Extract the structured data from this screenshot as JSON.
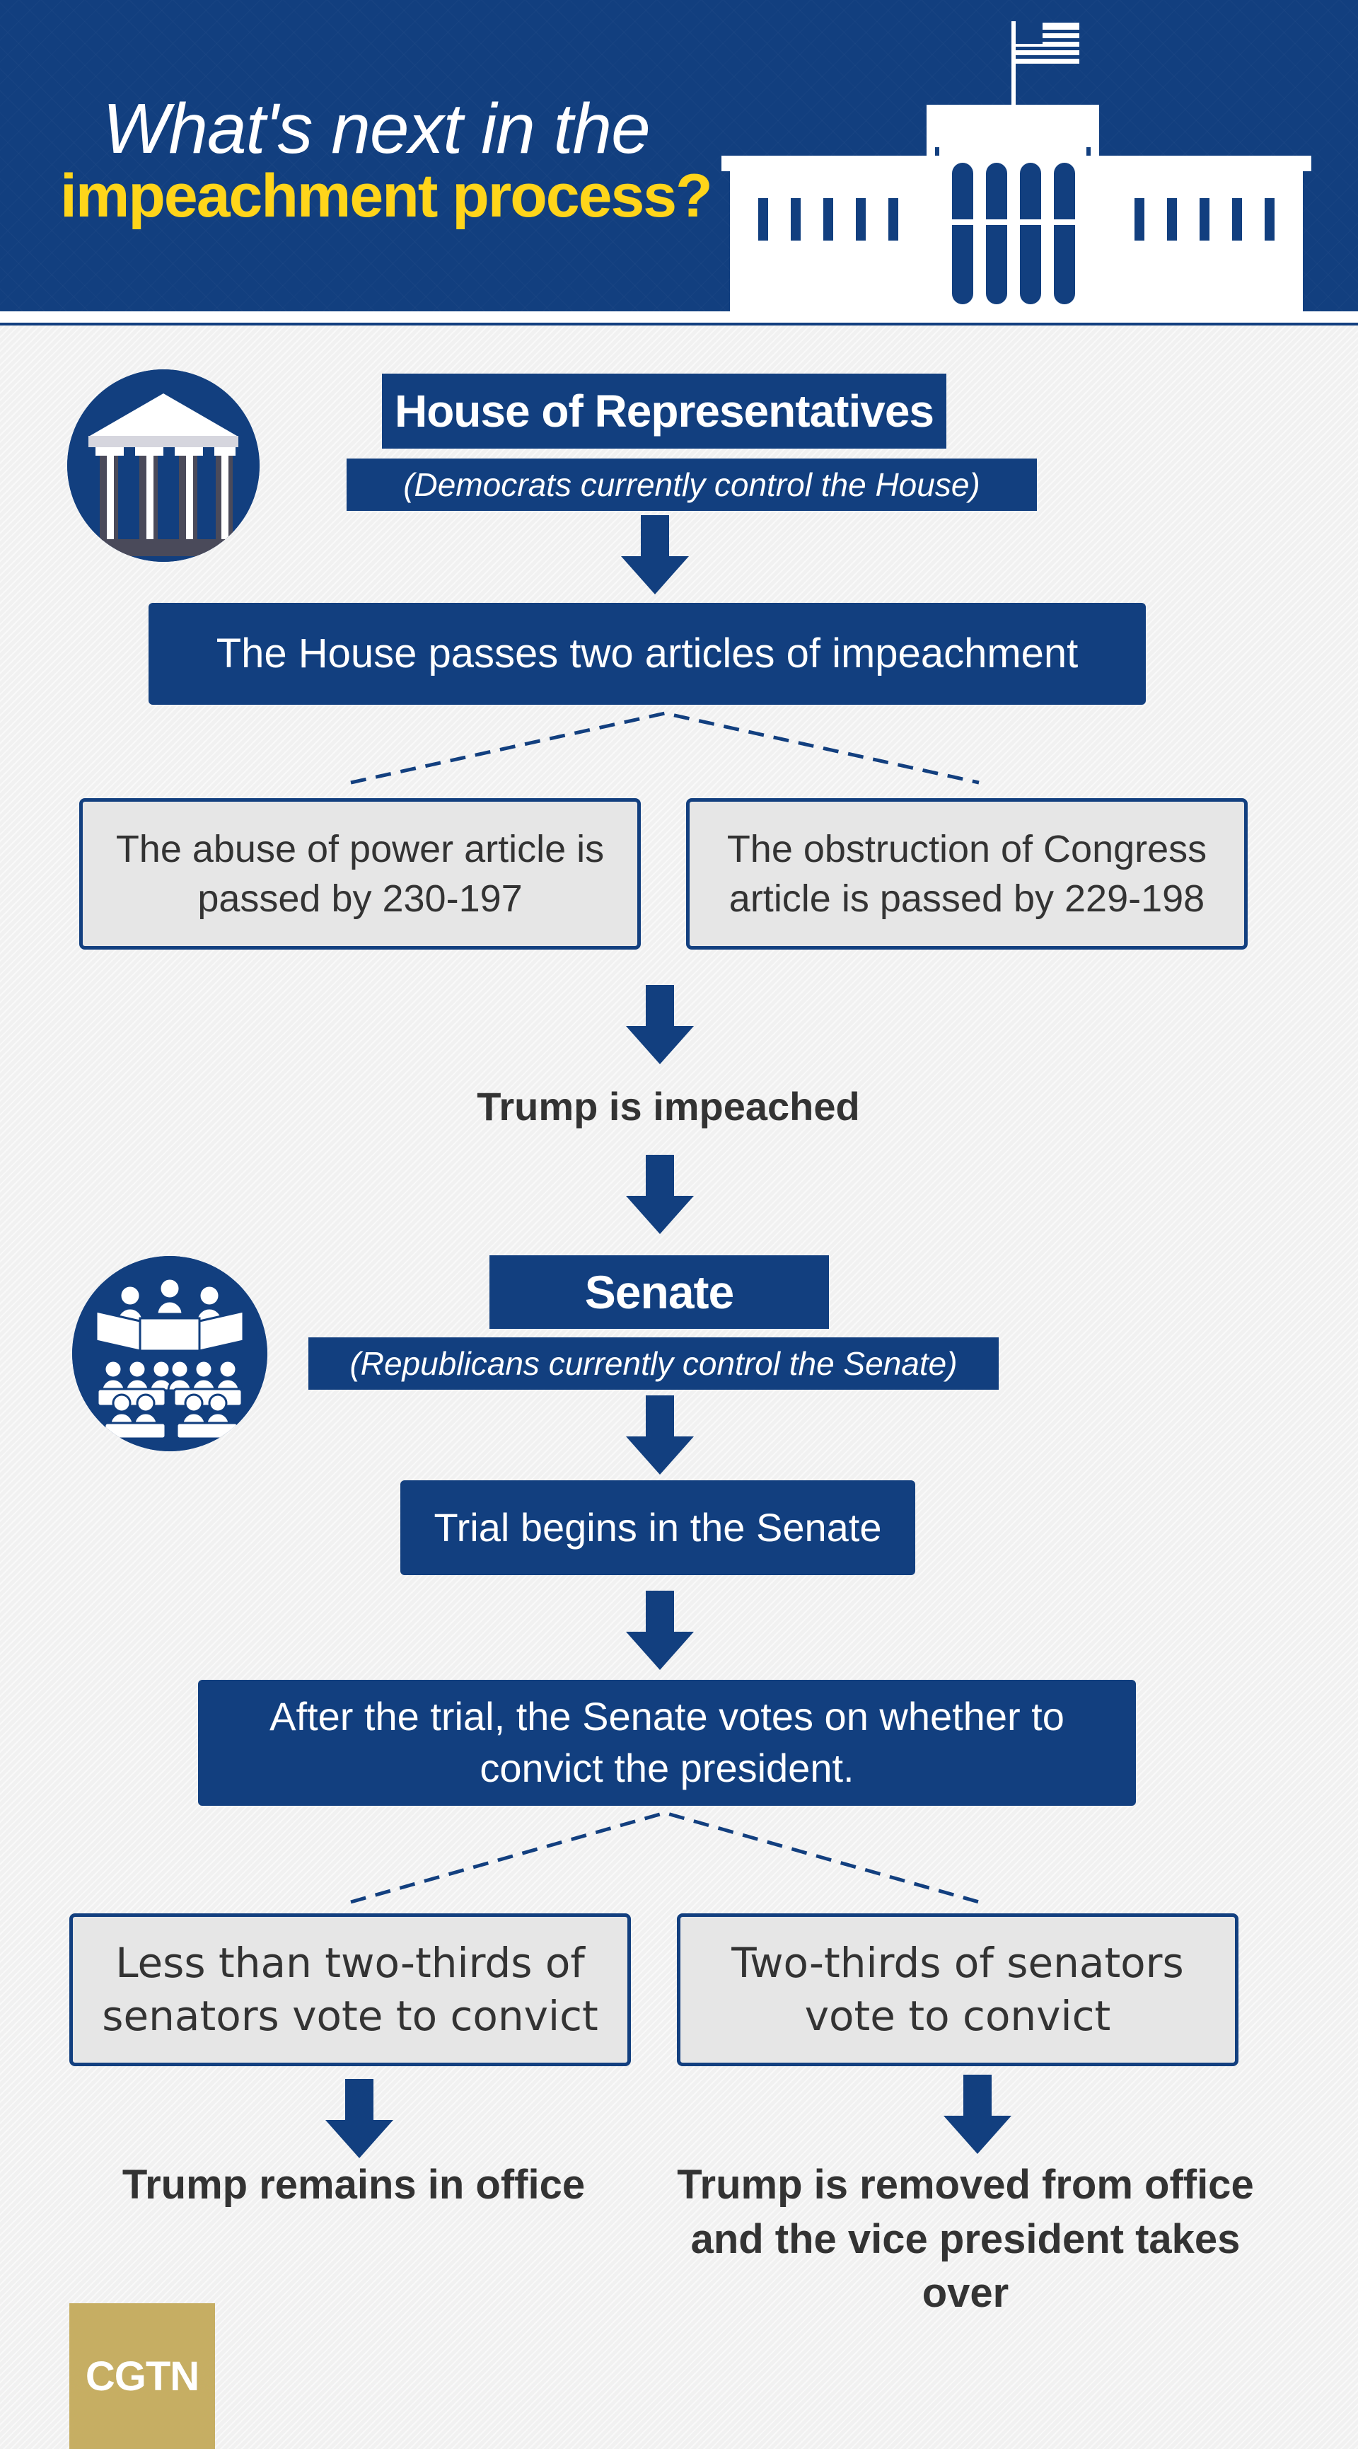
{
  "header": {
    "title_line1": "What's next in the",
    "title_line2": "impeachment process?"
  },
  "house": {
    "label": "House of Representatives",
    "control_note": "(Democrats currently control the House)",
    "step": "The House passes two articles of impeachment",
    "outcome_left": "The abuse of power article is passed by 230-197",
    "outcome_right": "The obstruction of Congress article is passed by 229-198",
    "result": "Trump is impeached",
    "icon": "courthouse-icon"
  },
  "senate": {
    "label": "Senate",
    "control_note": "(Republicans currently control the Senate)",
    "step_trial": "Trial begins in the Senate",
    "step_vote": "After the trial, the Senate votes on whether to convict the president.",
    "outcome_left": "Less than two-thirds of senators vote to convict",
    "outcome_right": "Two-thirds of senators vote to convict",
    "result_left": "Trump remains in office",
    "result_right": "Trump is removed from office and the vice president takes over",
    "icon": "senate-chamber-icon"
  },
  "brand": {
    "logo_text": "CGTN"
  },
  "colors": {
    "navy": "#123f7f",
    "title_yellow": "#ffd51a",
    "box_gray": "#e6e6e6",
    "text_dark": "#333333",
    "logo_gold": "#c6ae63"
  }
}
